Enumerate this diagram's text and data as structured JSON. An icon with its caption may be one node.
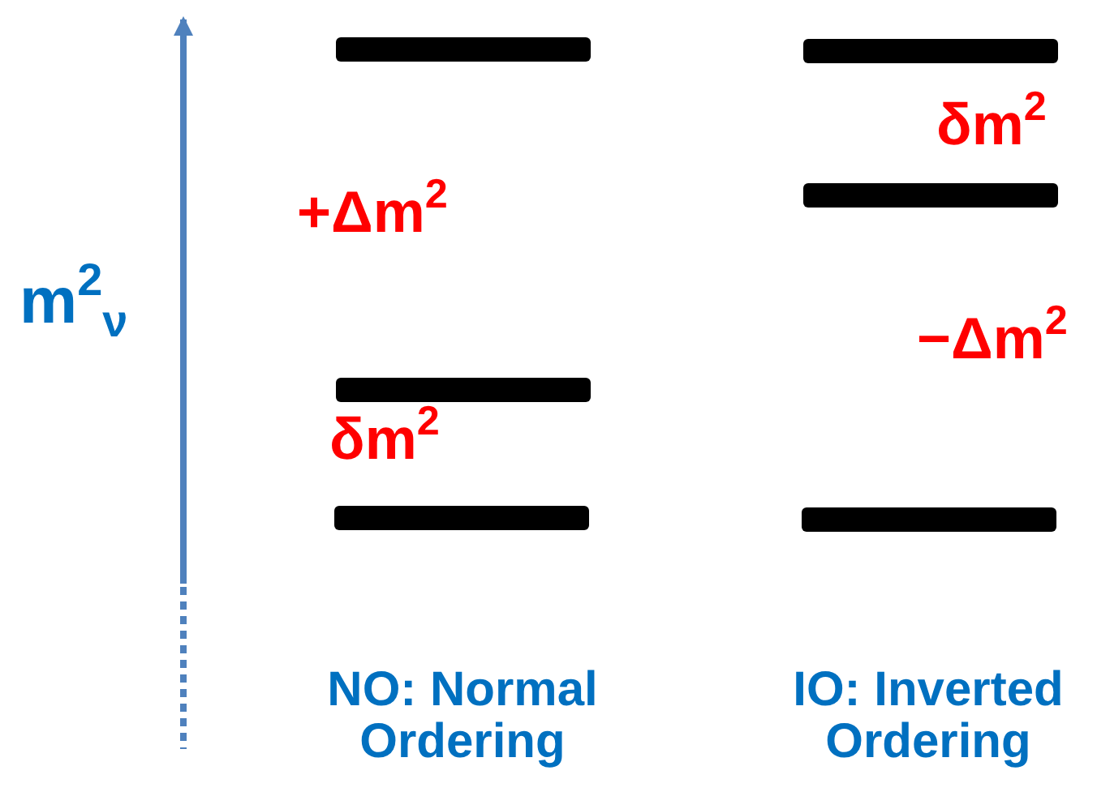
{
  "diagram": {
    "nodes": [
      {
        "text": [],
        "shape": "bar"
      },
      {
        "text": [],
        "shape": "bar"
      },
      {
        "text": [],
        "shape": "bar"
      },
      {
        "text": [],
        "shape": "bar"
      },
      {
        "text": [],
        "shape": "bar"
      },
      {
        "text": [],
        "shape": "bar"
      }
    ],
    "labels": [
      "m$^{2}$$_{ν}$",
      "+Δm$^{2}$",
      "δm$^{2}$",
      "NO: Normal Ordering",
      "δm$^{2}$",
      "−Δm$^{2}$",
      "IO: Inverted Ordering"
    ]
  }
}
